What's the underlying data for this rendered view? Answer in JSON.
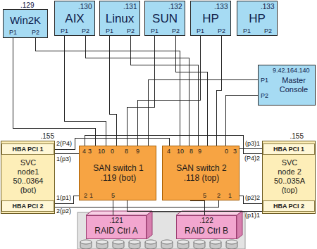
{
  "diagram": {
    "nodes": [
      {
        "text": [
          ".129",
          "Win2K",
          "P1",
          "P2"
        ]
      },
      {
        "text": [
          ".130",
          "AIX",
          "P1",
          "P2"
        ]
      },
      {
        "text": [
          ".131",
          "Linux",
          "P1",
          "P2"
        ]
      },
      {
        "text": [
          ".132",
          "SUN",
          "P1",
          "P2"
        ]
      },
      {
        "text": [
          ".133",
          "HP",
          "P1",
          "P2"
        ]
      },
      {
        "text": [
          ".133",
          "HP",
          "P1",
          "P2"
        ]
      },
      {
        "text": [
          "9.42.164.140",
          "P1",
          "Master Console",
          "P2"
        ]
      },
      {
        "text": [
          ".155",
          "SVC node1 50..0364 (bot)"
        ]
      },
      {
        "text": [
          "HBA PCI 1"
        ],
        "in": 7
      },
      {
        "text": [
          "HBA PCI 2"
        ],
        "in": 7
      },
      {
        "text": [
          "4",
          "3",
          "10",
          "0",
          "8",
          "9",
          "SAN switch 1 .119 (bot)",
          "2",
          "1",
          "5"
        ]
      },
      {
        "text": [
          "4",
          "10",
          "8",
          "9",
          "0",
          "3",
          "SAN switch 2 .118 (top)",
          "5",
          "2",
          "1"
        ]
      },
      {
        "text": [
          ".155",
          "SVC node 2 50..035A (top)"
        ]
      },
      {
        "text": [
          "HBA PCI 1"
        ],
        "in": 12
      },
      {
        "text": [
          "HBA PCI 2"
        ],
        "in": 12
      },
      {
        "text": [
          ".121",
          "RAID Ctrl A"
        ]
      },
      {
        "text": [
          ".122",
          "RAID Ctrl B"
        ]
      }
    ],
    "edges": [
      {
        "from": 0,
        "to": 10,
        "arrow": "none"
      },
      {
        "from": 0,
        "to": 11,
        "arrow": "none"
      },
      {
        "from": 1,
        "to": 10,
        "arrow": "none"
      },
      {
        "from": 1,
        "to": 11,
        "arrow": "none"
      },
      {
        "from": 2,
        "to": 10,
        "arrow": "none"
      },
      {
        "from": 2,
        "to": 11,
        "arrow": "none"
      },
      {
        "from": 3,
        "to": 10,
        "arrow": "none"
      },
      {
        "from": 3,
        "to": 11,
        "arrow": "none"
      },
      {
        "from": 4,
        "to": 10,
        "arrow": "none"
      },
      {
        "from": 4,
        "to": 11,
        "arrow": "none"
      },
      {
        "from": 6,
        "to": 10,
        "arrow": "none"
      },
      {
        "from": 6,
        "to": 11,
        "arrow": "none"
      },
      {
        "from": 8,
        "to": 10,
        "arrow": "none"
      },
      {
        "from": 8,
        "to": 11,
        "arrow": "none"
      },
      {
        "from": 9,
        "to": 10,
        "arrow": "none"
      },
      {
        "from": 9,
        "to": 11,
        "arrow": "none"
      },
      {
        "from": 13,
        "to": 11,
        "arrow": "none"
      },
      {
        "from": 13,
        "to": 10,
        "arrow": "none"
      },
      {
        "from": 14,
        "to": 11,
        "arrow": "none"
      },
      {
        "from": 14,
        "to": 10,
        "arrow": "none"
      },
      {
        "from": 10,
        "to": 15,
        "arrow": "none"
      },
      {
        "from": 11,
        "to": 16,
        "arrow": "none"
      }
    ],
    "labels": [
      "2(P4)",
      "1(p3)",
      "1(p1)",
      "2(p2)",
      "(p3)1",
      "(P4)2",
      "(p2)2",
      "(p1)1"
    ]
  }
}
